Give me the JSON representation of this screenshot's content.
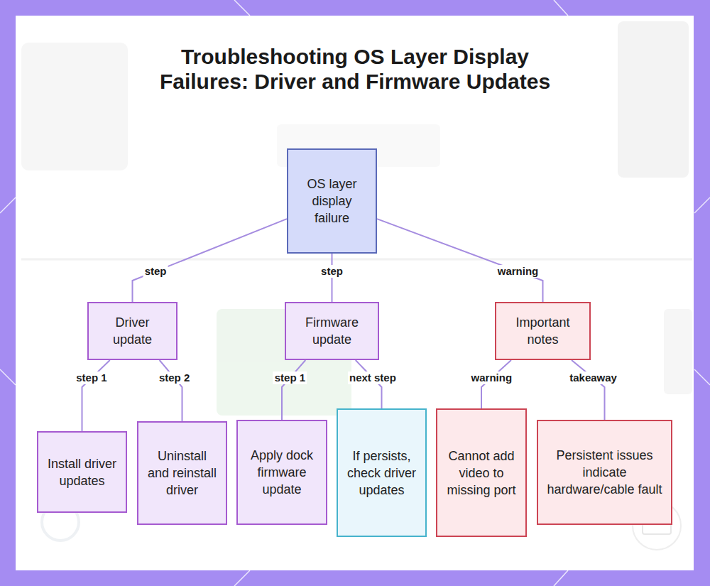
{
  "diagram": {
    "title": "Troubleshooting OS Layer Display Failures: Driver and Firmware Updates",
    "nodes": [
      {
        "text": [
          "OS layer display failure"
        ]
      },
      {
        "text": [
          "Driver update"
        ]
      },
      {
        "text": [
          "Firmware update"
        ]
      },
      {
        "text": [
          "Important notes"
        ]
      },
      {
        "text": [
          "Install driver updates"
        ]
      },
      {
        "text": [
          "Uninstall and reinstall driver"
        ]
      },
      {
        "text": [
          "Apply dock firmware update"
        ]
      },
      {
        "text": [
          "If persists, check driver updates"
        ]
      },
      {
        "text": [
          "Cannot add video to missing port"
        ]
      },
      {
        "text": [
          "Persistent issues indicate hardware/cable fault"
        ]
      }
    ],
    "edges": [
      {
        "from": 0,
        "to": 1,
        "label": "step",
        "arrow": "none"
      },
      {
        "from": 0,
        "to": 2,
        "label": "step",
        "arrow": "none"
      },
      {
        "from": 0,
        "to": 3,
        "label": "warning",
        "arrow": "none"
      },
      {
        "from": 1,
        "to": 4,
        "label": "step 1",
        "arrow": "none"
      },
      {
        "from": 1,
        "to": 5,
        "label": "step 2",
        "arrow": "none"
      },
      {
        "from": 2,
        "to": 6,
        "label": "step 1",
        "arrow": "none"
      },
      {
        "from": 2,
        "to": 7,
        "label": "next step",
        "arrow": "none"
      },
      {
        "from": 3,
        "to": 8,
        "label": "warning",
        "arrow": "none"
      },
      {
        "from": 3,
        "to": 9,
        "label": "takeaway",
        "arrow": "none"
      }
    ]
  }
}
